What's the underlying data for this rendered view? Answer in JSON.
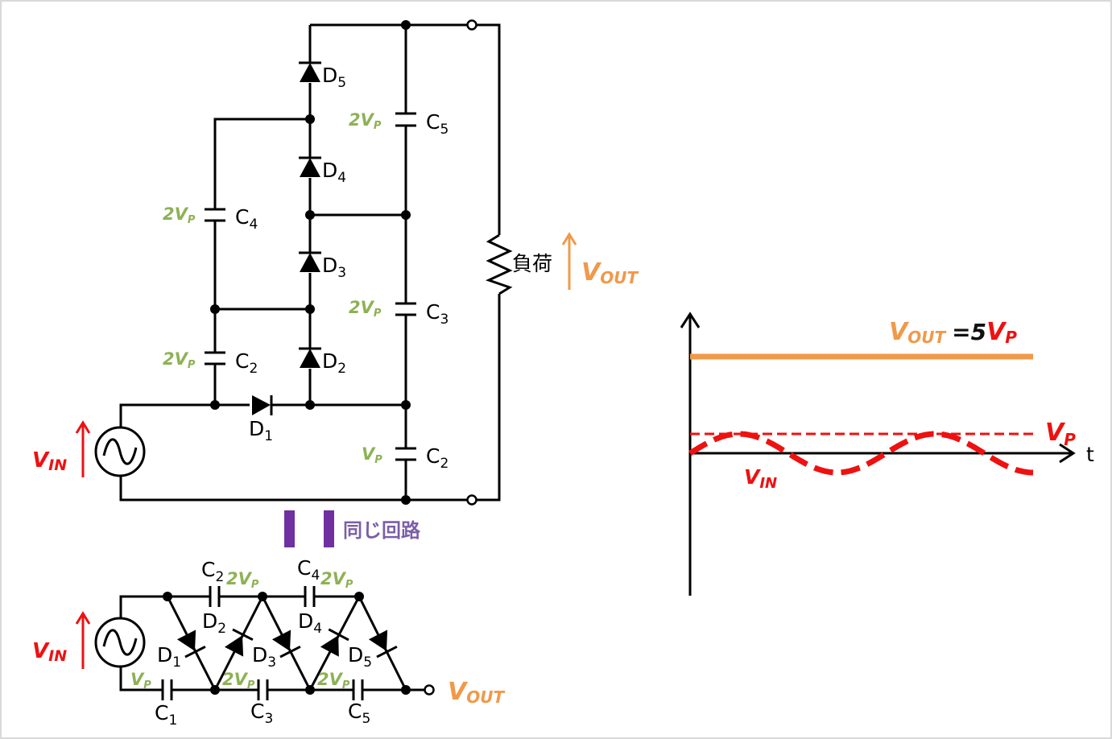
{
  "colors": {
    "wire": "#000000",
    "voltage_label": "#8db255",
    "vin": "#ee1111",
    "vout": "#f0994a",
    "same_circuit": "#7030a0",
    "same_circuit_text": "#7a5fa8"
  },
  "top_circuit": {
    "diodes": [
      {
        "name": "D",
        "sub": "1"
      },
      {
        "name": "D",
        "sub": "2"
      },
      {
        "name": "D",
        "sub": "3"
      },
      {
        "name": "D",
        "sub": "4"
      },
      {
        "name": "D",
        "sub": "5"
      }
    ],
    "capacitors": [
      {
        "name": "C",
        "sub": "2",
        "voltage": "V",
        "vsub": "P",
        "vprefix": ""
      },
      {
        "name": "C",
        "sub": "3",
        "voltage": "V",
        "vsub": "P",
        "vprefix": "2"
      },
      {
        "name": "C",
        "sub": "5",
        "voltage": "V",
        "vsub": "P",
        "vprefix": "2"
      },
      {
        "name": "C",
        "sub": "2",
        "voltage": "V",
        "vsub": "P",
        "vprefix": "2"
      },
      {
        "name": "C",
        "sub": "4",
        "voltage": "V",
        "vsub": "P",
        "vprefix": "2"
      }
    ],
    "load_label": "負荷",
    "vin": {
      "main": "V",
      "sub": "IN"
    },
    "vout": {
      "main": "V",
      "sub": "OUT"
    }
  },
  "equivalence": {
    "label": "同じ回路"
  },
  "bottom_circuit": {
    "top_caps": [
      {
        "name": "C",
        "sub": "2",
        "vprefix": "2",
        "voltage": "V",
        "vsub": "P"
      },
      {
        "name": "C",
        "sub": "4",
        "vprefix": "2",
        "voltage": "V",
        "vsub": "P"
      }
    ],
    "bottom_caps": [
      {
        "name": "C",
        "sub": "1",
        "vprefix": "",
        "voltage": "V",
        "vsub": "P"
      },
      {
        "name": "C",
        "sub": "3",
        "vprefix": "2",
        "voltage": "V",
        "vsub": "P"
      },
      {
        "name": "C",
        "sub": "5",
        "vprefix": "2",
        "voltage": "V",
        "vsub": "P"
      }
    ],
    "diodes": [
      {
        "name": "D",
        "sub": "1"
      },
      {
        "name": "D",
        "sub": "2"
      },
      {
        "name": "D",
        "sub": "3"
      },
      {
        "name": "D",
        "sub": "4"
      },
      {
        "name": "D",
        "sub": "5"
      }
    ],
    "vin": {
      "main": "V",
      "sub": "IN"
    },
    "vout": {
      "main": "V",
      "sub": "OUT"
    }
  },
  "waveform": {
    "vout_label": {
      "main": "V",
      "sub": "OUT",
      "eq": "=5",
      "vp_main": "V",
      "vp_sub": "P"
    },
    "vp_label": {
      "main": "V",
      "sub": "P"
    },
    "vin_label": {
      "main": "V",
      "sub": "IN"
    },
    "t_axis_label": "t",
    "vout_level_multiple_of_vp": 5,
    "vin_cycles_shown": 1.75
  }
}
